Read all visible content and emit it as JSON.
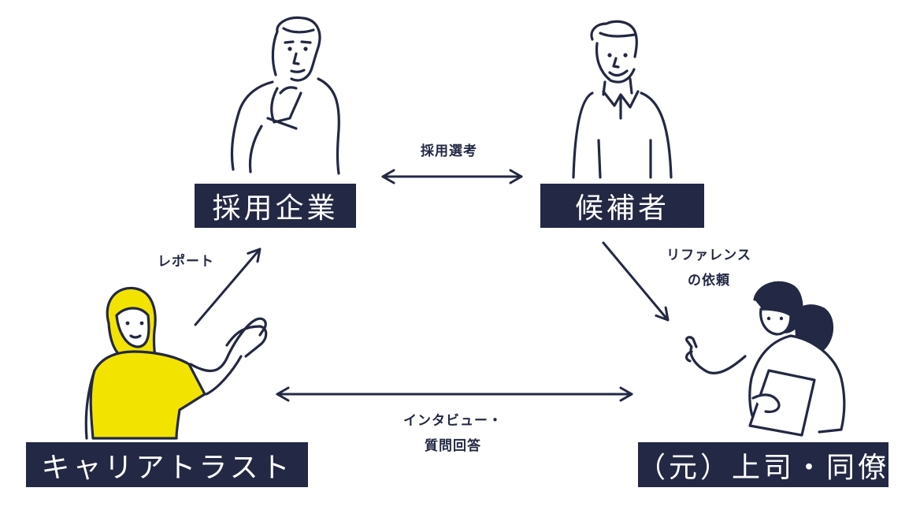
{
  "nodes": {
    "employer": "採用企業",
    "candidate": "候補者",
    "careertrust": "キャリアトラスト",
    "colleague": "（元）上司・同僚"
  },
  "edges": {
    "screening": "採用選考",
    "report": "レポート",
    "reference_line1": "リファレンス",
    "reference_line2": "の依頼",
    "interview_line1": "インタビュー・",
    "interview_line2": "質問回答"
  },
  "colors": {
    "navy": "#232844",
    "yellow": "#f2e400",
    "white": "#ffffff"
  }
}
